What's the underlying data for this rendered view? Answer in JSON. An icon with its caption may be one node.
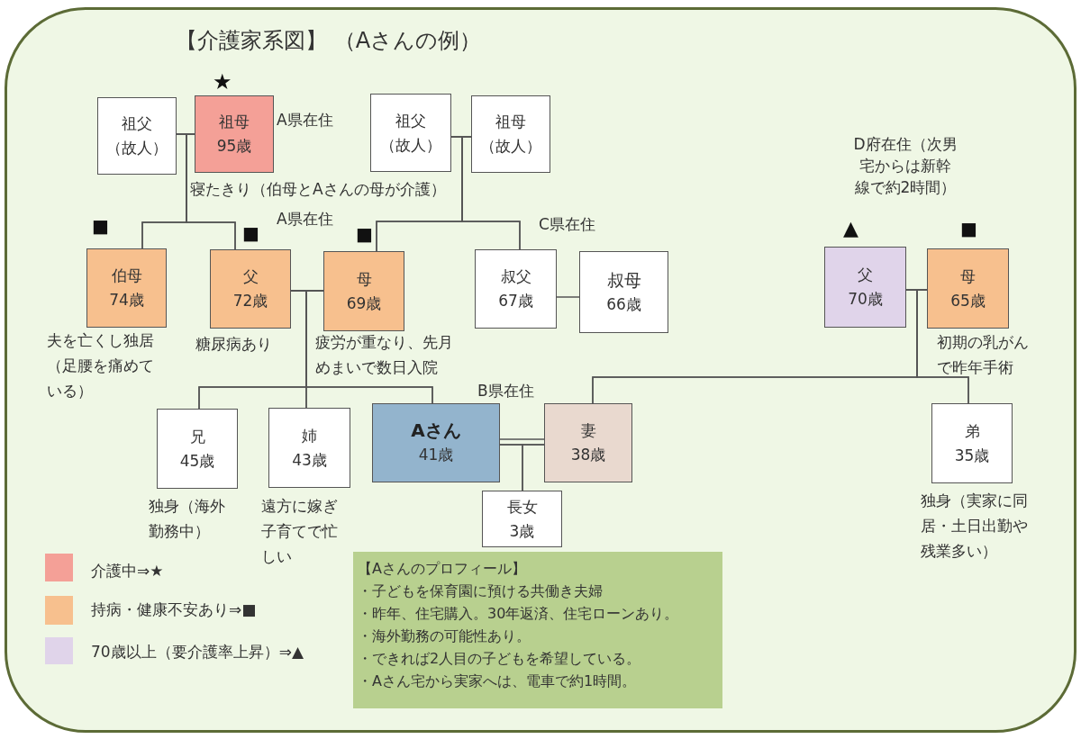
{
  "diagram": {
    "title": "【介護家系図】 （Aさんの例）",
    "nodes": [
      {
        "text": [
          "祖父",
          "（故人）"
        ]
      },
      {
        "text": [
          "祖母",
          "95歳"
        ],
        "beside": [
          "★",
          "A県在住",
          "寝たきり（伯母とAさんの母が介護）"
        ]
      },
      {
        "text": [
          "祖父",
          "（故人）"
        ]
      },
      {
        "text": [
          "祖母",
          "（故人）"
        ]
      },
      {
        "text": [
          "伯母",
          "74歳"
        ],
        "beside": [
          "■",
          "夫を亡くし独居（足腰を痛めている）"
        ]
      },
      {
        "text": [
          "父",
          "72歳"
        ],
        "beside": [
          "■",
          "糖尿病あり"
        ]
      },
      {
        "text": [
          "母",
          "69歳"
        ],
        "beside": [
          "■",
          "疲労が重なり、先月めまいで数日入院"
        ]
      },
      {
        "text": [
          "叔父",
          "67歳"
        ]
      },
      {
        "text": [
          "叔母",
          "66歳"
        ]
      },
      {
        "text": [
          "父",
          "70歳"
        ],
        "beside": [
          "▲"
        ]
      },
      {
        "text": [
          "母",
          "65歳"
        ],
        "beside": [
          "■",
          "初期の乳がんで昨年手術"
        ]
      },
      {
        "text": [
          "兄",
          "45歳"
        ],
        "beside": [
          "独身（海外勤務中）"
        ]
      },
      {
        "text": [
          "姉",
          "43歳"
        ],
        "beside": [
          "遠方に嫁ぎ子育てで忙しい"
        ]
      },
      {
        "text": [
          "Aさん",
          "41歳"
        ]
      },
      {
        "text": [
          "妻",
          "38歳"
        ]
      },
      {
        "text": [
          "弟",
          "35歳"
        ],
        "beside": [
          "独身（実家に同居・土日出勤や残業多い）"
        ]
      },
      {
        "text": [
          "長女",
          "3歳"
        ]
      },
      {
        "text": [
          "【Aさんのプロフィール】",
          "・子どもを保育園に預ける共働き夫婦",
          "・昨年、住宅購入。30年返済、住宅ローンあり。",
          "・海外勤務の可能性あり。",
          "・できれば2人目の子どもを希望している。",
          "・Aさん宅から実家へは、電車で約1時間。"
        ]
      }
    ],
    "edges": [
      {
        "from": 0,
        "to": 1,
        "arrow": "none"
      },
      {
        "from": 0,
        "to": 4,
        "arrow": "none"
      },
      {
        "from": 1,
        "to": 4,
        "arrow": "none"
      },
      {
        "from": 0,
        "to": 5,
        "arrow": "none"
      },
      {
        "from": 1,
        "to": 5,
        "arrow": "none"
      },
      {
        "from": 2,
        "to": 3,
        "arrow": "none"
      },
      {
        "from": 2,
        "to": 6,
        "arrow": "none"
      },
      {
        "from": 3,
        "to": 6,
        "arrow": "none"
      },
      {
        "from": 2,
        "to": 7,
        "arrow": "none"
      },
      {
        "from": 3,
        "to": 7,
        "arrow": "none"
      },
      {
        "from": 5,
        "to": 6,
        "arrow": "none"
      },
      {
        "from": 5,
        "to": 11,
        "arrow": "none"
      },
      {
        "from": 6,
        "to": 11,
        "arrow": "none"
      },
      {
        "from": 5,
        "to": 12,
        "arrow": "none"
      },
      {
        "from": 6,
        "to": 12,
        "arrow": "none"
      },
      {
        "from": 5,
        "to": 13,
        "arrow": "none"
      },
      {
        "from": 6,
        "to": 13,
        "arrow": "none"
      },
      {
        "from": 7,
        "to": 8,
        "arrow": "none"
      },
      {
        "from": 9,
        "to": 10,
        "arrow": "none"
      },
      {
        "from": 9,
        "to": 14,
        "arrow": "none"
      },
      {
        "from": 10,
        "to": 14,
        "arrow": "none"
      },
      {
        "from": 9,
        "to": 15,
        "arrow": "none"
      },
      {
        "from": 10,
        "to": 15,
        "arrow": "none"
      },
      {
        "from": 13,
        "to": 14,
        "arrow": "none"
      },
      {
        "from": 13,
        "to": 16,
        "arrow": "none"
      },
      {
        "from": 14,
        "to": 16,
        "arrow": "none"
      }
    ],
    "labels": [
      "D府在住（次男宅からは新幹線で約2時間）",
      "A県在住",
      "C県在住",
      "B県在住"
    ],
    "legend": [
      {
        "text": "介護中⇒★",
        "color": "#f4a097"
      },
      {
        "text": "持病・健康不安あり⇒■",
        "color": "#f7c08e"
      },
      {
        "text": "70歳以上（要介護率上昇）⇒▲",
        "color": "#e0d4ea"
      }
    ]
  }
}
